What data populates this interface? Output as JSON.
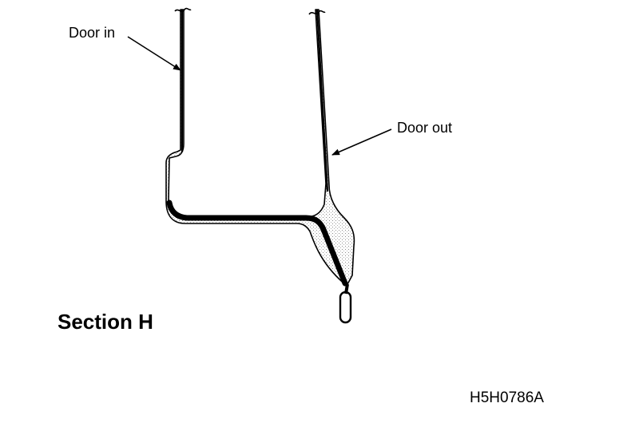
{
  "labels": {
    "door_in": "Door in",
    "door_out": "Door out",
    "section": "Section H",
    "figure_id": "H5H0786A"
  }
}
